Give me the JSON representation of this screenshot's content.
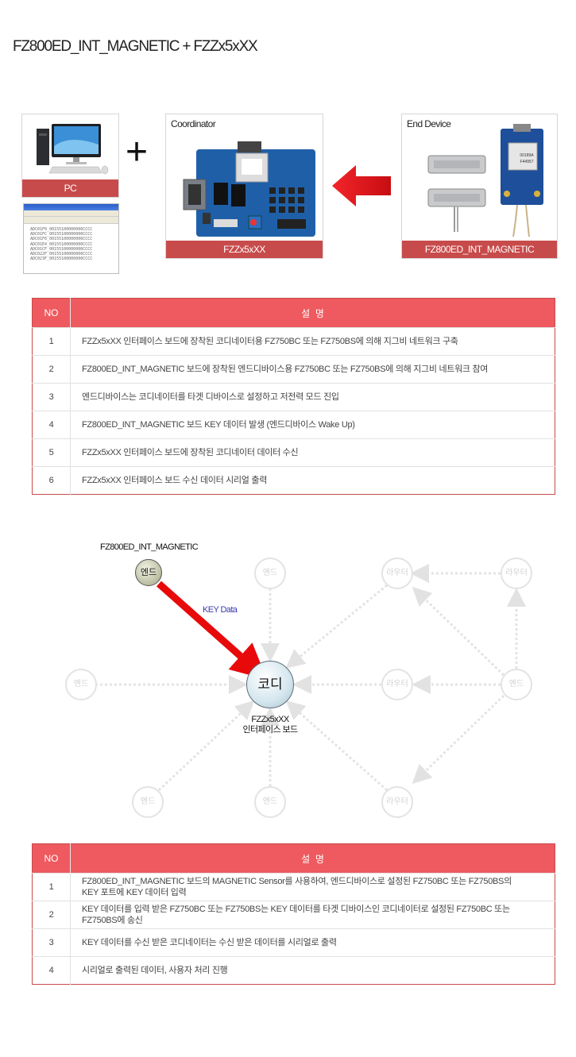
{
  "page_title": "FZ800ED_INT_MAGNETIC + FZZx5xXX",
  "cards": {
    "pc": {
      "label": "PC"
    },
    "coordinator": {
      "title": "Coordinator",
      "label": "FZZx5xXX"
    },
    "end_device": {
      "title": "End Device",
      "label": "FZ800ED_INT_MAGNETIC"
    }
  },
  "plus_sign": "+",
  "terminal_lines": [
    "ADC01F0_00155100000000CCCC",
    "ADC01FC_00155100000000CCCC",
    "ADC01F6_00155100000000CCCC",
    "ADC01E4_00155100000000CCCC",
    "ADC01CF_00155100000000CCCC",
    "ADC022F_00155100000000CCCC",
    "ADC023F_00155100000000CCCC"
  ],
  "board_chip": [
    "00189A",
    "F44957"
  ],
  "table1": {
    "header_no": "NO",
    "header_desc": "설  명",
    "rows": [
      {
        "no": "1",
        "text": "FZZx5xXX 인터페이스 보드에 장착된 코디네이터용 FZ750BC 또는 FZ750BS에 의해 지그비 네트워크 구축"
      },
      {
        "no": "2",
        "text": "FZ800ED_INT_MAGNETIC 보드에 장착된 엔드디바이스용 FZ750BC 또는 FZ750BS에 의해 지그비 네트워크 참여"
      },
      {
        "no": "3",
        "text": "엔드디바이스는 코디네이터를 타겟 디바이스로 설정하고 저전력 모드 진입"
      },
      {
        "no": "4",
        "text": "FZ800ED_INT_MAGNETIC 보드 KEY 데이터 발생 (엔드디바이스 Wake Up)"
      },
      {
        "no": "5",
        "text": "FZZx5xXX 인터페이스 보드에 장착된 코디네이터 데이터 수신"
      },
      {
        "no": "6",
        "text": "FZZx5xXX 인터페이스 보드 수신 데이터 시리얼 출력"
      }
    ]
  },
  "network": {
    "device_label": "FZ800ED_INT_MAGNETIC",
    "key_data_label": "KEY Data",
    "coord_caption_line1": "FZZx5xXX",
    "coord_caption_line2": "인터페이스 보드",
    "end_text": "엔드",
    "coord_text": "코디",
    "router_text": "라우터",
    "arrow_color": "#e8090b",
    "key_data_color": "#3a3ab0"
  },
  "table2": {
    "header_no": "NO",
    "header_desc": "설  명",
    "rows": [
      {
        "no": "1",
        "line1": "FZ800ED_INT_MAGNETIC 보드의 MAGNETIC Sensor를 사용하여, 엔드디바이스로 설정된 FZ750BC 또는 FZ750BS의",
        "line2": "KEY 포트에 KEY 데이터 입력"
      },
      {
        "no": "2",
        "line1": "KEY 데이터를 입력 받은 FZ750BC 또는 FZ750BS는 KEY 데이터를 타겟 디바이스인 코디네이터로 설정된 FZ750BC 또는",
        "line2": "FZ750BS에 송신"
      },
      {
        "no": "3",
        "line1": "KEY 데이터를 수신 받은 코디네이터는 수신 받은 데이터를 시리얼로 출력",
        "line2": ""
      },
      {
        "no": "4",
        "line1": "시리얼로 출력된 데이터, 사용자 처리 진행",
        "line2": ""
      }
    ]
  }
}
